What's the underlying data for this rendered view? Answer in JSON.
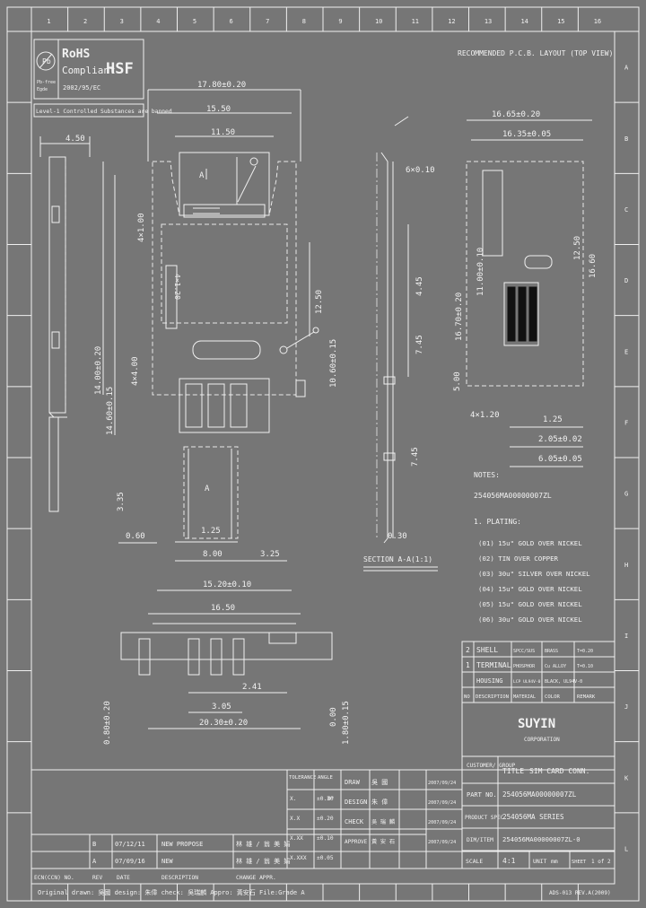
{
  "rohs": {
    "title": "RoHS",
    "subtitle": "Compliant",
    "hsf": "HSF",
    "directive": "2002/95/EC",
    "pb": "Pb",
    "pb_caption": "Pb-free",
    "pb_caption2": "Egde",
    "level": "Level-1 Controlled Substances are banned"
  },
  "header_note": "RECOMMENDED P.C.B. LAYOUT (TOP VIEW)",
  "border": {
    "cols": [
      "1",
      "2",
      "3",
      "4",
      "5",
      "6",
      "7",
      "8",
      "9",
      "10",
      "11",
      "12",
      "13",
      "14",
      "15",
      "16"
    ],
    "rows": [
      "A",
      "B",
      "C",
      "D",
      "E",
      "F",
      "G",
      "H",
      "I",
      "J",
      "K",
      "L"
    ]
  },
  "dims": {
    "d1780": "17.80±0.20",
    "d1550": "15.50",
    "d1150": "11.50",
    "d450": "4.50",
    "a_mark": "A",
    "d4x100": "4×1.00",
    "d1400": "14.00±0.20",
    "d1460": "14.60±0.15",
    "d4x400": "4×4.00",
    "d1250": "12.50",
    "d1060": "10.60±0.15",
    "d060": "6×0.10",
    "d335": "3.35",
    "d060b": "0.60",
    "d125": "1.25",
    "d800": "8.00",
    "d325": "3.25",
    "d1520": "15.20±0.10",
    "d1650": "16.50",
    "d080": "0.80±0.20",
    "d241": "2.41",
    "d305": "3.05",
    "d2030": "20.30±0.20",
    "d180": "1.80±0.15",
    "d0_00": "0.00",
    "d745": "7.45",
    "d445": "4.45",
    "d030": "0.30",
    "section": "SECTION A-A(1:1)",
    "r_1665": "16.65±0.20",
    "r_1635": "16.35±0.05",
    "r_1270": "16.70±0.20",
    "r_1100": "11.00±0.10",
    "r_1250": "12.50",
    "r_1600": "16.60",
    "r_500": "5.00",
    "r_4x120": "4×1.20",
    "r_125": "1.25",
    "r_205": "2.05±0.02",
    "r_605": "6.05±0.05",
    "suyin_mark": "SUYIN"
  },
  "notes": {
    "title": "NOTES:",
    "part": "254056MA00000007ZL",
    "plating_title": "1. PLATING:",
    "items": [
      "(01) 15u\" GOLD OVER NICKEL",
      "(02) TIN OVER COPPER",
      "(03) 30u\" SILVER OVER NICKEL",
      "(04) 15u\" GOLD OVER NICKEL",
      "(05) 15u\" GOLD OVER NICKEL",
      "(06) 30u\" GOLD OVER NICKEL"
    ]
  },
  "bom": {
    "rows": [
      {
        "no": "2",
        "desc": "SHELL",
        "mat": "SPCC/SUS",
        "spec": "BRASS",
        "remark": "T=0.20"
      },
      {
        "no": "1",
        "desc": "TERMINAL",
        "mat": "PHOSPHOR",
        "spec": "Cu ALLOY",
        "remark": "T=0.10"
      },
      {
        "no": "",
        "desc": "HOUSING",
        "mat": "LCP UL94V-0",
        "spec": "BLACK, UL94V-0",
        "remark": ""
      }
    ],
    "header": {
      "no": "NO",
      "desc": "DESCRIPTION",
      "mat": "MATERIAL",
      "spec": "COLOR",
      "remark": "REMARK"
    }
  },
  "company": {
    "name": "SUYIN",
    "sub": "CORPORATION"
  },
  "title_block": {
    "customer_label": "CUSTOMER/ GROUP",
    "title_label": "TITLE",
    "title_value": "SIM CARD CONN.",
    "part_no_label": "PART NO.",
    "part_no_value": "254056MA00000007ZL",
    "product_label": "PRODUCT SPEC.",
    "product_value": "254056MA SERIES",
    "dim_label": "DIM/ITEM",
    "dim_value": "254056MA00000007ZL-0",
    "scale_label": "SCALE",
    "scale_value": "4:1",
    "unit_label": "UNIT",
    "unit_value": "mm",
    "sheet_label": "SHEET",
    "sheet_value": "1 of 2",
    "draw_label": "DRAW",
    "design_label": "DESIGN",
    "check_label": "CHECK",
    "approve_label": "APPROVE",
    "names": [
      "吳 國",
      "朱 偉",
      "吳 瑞 麟",
      "黃 安 石"
    ],
    "dates": [
      "2007/09/24",
      "2007/09/24",
      "2007/09/24",
      "2007/09/24"
    ],
    "tol_header": [
      "TOLERANCE",
      "ANGLE"
    ],
    "tol_rows": [
      [
        "X.",
        "±0.30",
        "0°"
      ],
      [
        "X.X",
        "±0.20",
        ""
      ],
      [
        "X.XX",
        "±0.10",
        ""
      ],
      [
        "X.XXX",
        "±0.05",
        ""
      ]
    ]
  },
  "revisions": {
    "rows": [
      {
        "ecn": "",
        "rev": "B",
        "date": "07/12/11",
        "desc": "NEW PROPOSE",
        "by": "林 雄 / 翁 美 娟"
      },
      {
        "ecn": "",
        "rev": "A",
        "date": "07/09/16",
        "desc": "NEW",
        "by": "林 雄 / 翁 美 娟"
      }
    ],
    "header": {
      "ecn": "ECN(CCN) NO.",
      "rev": "REV",
      "date": "DATE",
      "desc": "DESCRIPTION",
      "by": "CHANGE APPR."
    }
  },
  "footer": {
    "text": "Original drawn: 吳國 design: 朱偉 check: 吳瑞麟 Appro: 黃安石 File:Grade A",
    "code": "ADS-013  REV.A(2009)"
  }
}
